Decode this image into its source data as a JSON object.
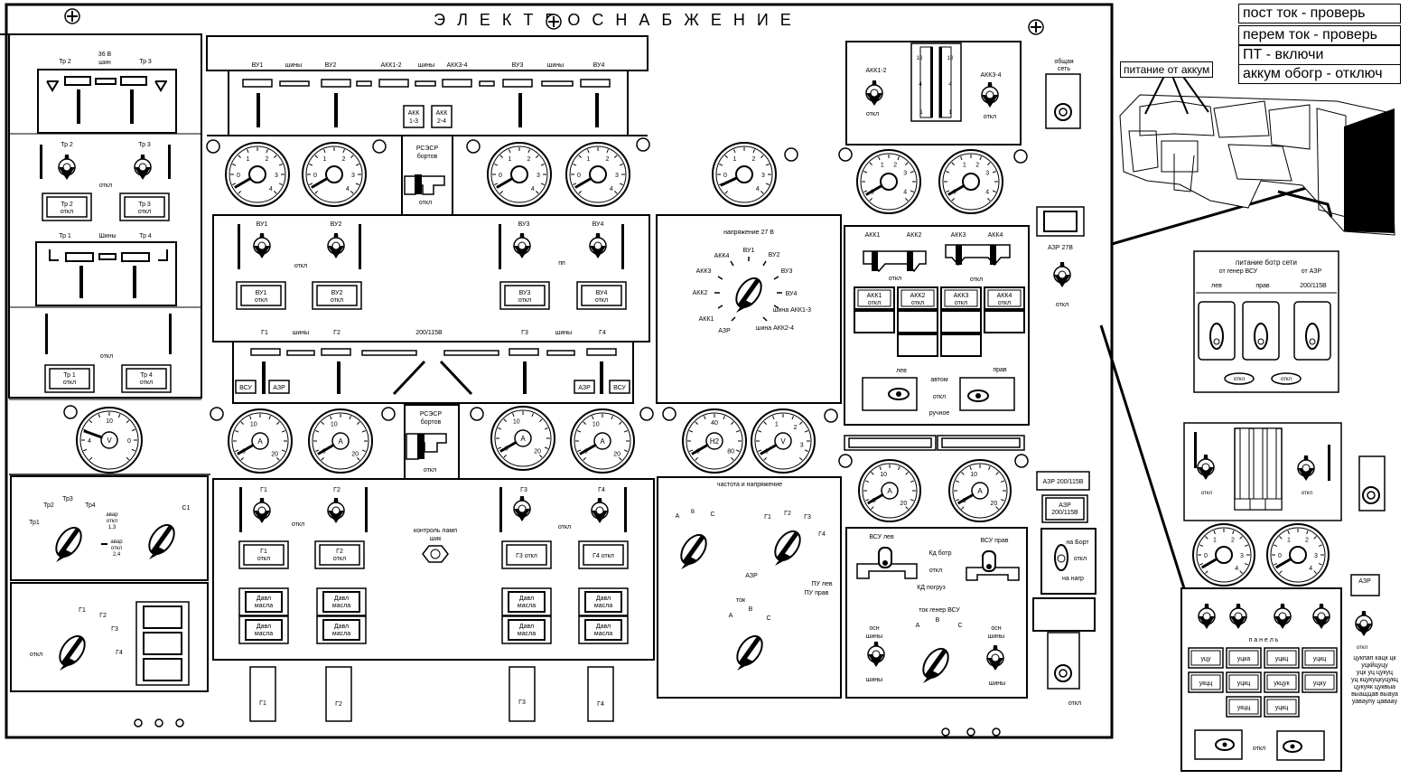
{
  "title": "Э Л Е К Т Р О С Н А Б Ж Е Н И Е",
  "notes": [
    "пост ток - проверь",
    "перем ток - проверь",
    "ПТ - включи",
    "аккум обогр - отключ"
  ],
  "callout_battery": "питание от аккум",
  "tr_panel": {
    "v36": "36 В",
    "bus": "шин",
    "tr2": "Тр 2",
    "tr3": "Тр 3",
    "tr1": "Тр 1",
    "tr4": "Тр 4",
    "buses": "Шины",
    "off": "откл",
    "tr2_off": [
      "Тр 2",
      "откл"
    ],
    "tr3_off": [
      "Тр 3",
      "откл"
    ],
    "tr1_off": [
      "Тр 1",
      "откл"
    ],
    "tr4_off": [
      "Тр 4",
      "откл"
    ]
  },
  "dc_top": {
    "vu1": "ВУ1",
    "vu2": "ВУ2",
    "vu3": "ВУ3",
    "vu4": "ВУ4",
    "bus": "шины",
    "akk12": "АКК1-2",
    "akk34": "АКК3-4",
    "akk13": [
      "АКК",
      "1-3"
    ],
    "akk24": [
      "АКК",
      "2-4"
    ]
  },
  "rsc": [
    "РСЭСР",
    "бортов"
  ],
  "off": "откл",
  "vu_switches": {
    "vu1": "ВУ1",
    "vu2": "ВУ2",
    "vu3": "ВУ3",
    "vu4": "ВУ4",
    "off": "откл",
    "pp": "пп",
    "vu1_off": [
      "ВУ1",
      "откл"
    ],
    "vu2_off": [
      "ВУ2",
      "откл"
    ],
    "vu3_off": [
      "ВУ3",
      "откл"
    ],
    "vu4_off": [
      "ВУ4",
      "откл"
    ]
  },
  "ac_bus": {
    "g1": "Г1",
    "g2": "Г2",
    "g3": "Г3",
    "g4": "Г4",
    "bus": "шины",
    "v200": "200/115В",
    "vsu": "ВСУ",
    "azr": "АЗР"
  },
  "v27": {
    "title": "напряжение 27 В",
    "labels": [
      "ВУ1",
      "ВУ2",
      "ВУ3",
      "ВУ4",
      "шина АКК1-3",
      "шина АКК2-4",
      "АЗР",
      "АКК1",
      "АКК2",
      "АКК3",
      "АКК4"
    ]
  },
  "battery": {
    "akk12": "АКК1-2",
    "akk34": "АКК3-4",
    "off": "откл",
    "scale": [
      "10",
      "4",
      "1"
    ]
  },
  "common_net": [
    "общая",
    "сеть"
  ],
  "akk_panel": {
    "akk1": "АКК1",
    "akk2": "АКК2",
    "akk3": "АКК3",
    "akk4": "АКК4",
    "off": "откл",
    "akk1_off": [
      "АКК1",
      "откл"
    ],
    "akk2_off": [
      "АКК2",
      "откл"
    ],
    "akk3_off": [
      "АКК3",
      "откл"
    ],
    "akk4_off": [
      "АКК4",
      "откл"
    ],
    "left": "лев",
    "right": "прав",
    "auto": "автом",
    "manual": "ручное"
  },
  "azr27": "АЗР 27В",
  "gen_switches": {
    "g1": "Г1",
    "g2": "Г2",
    "g3": "Г3",
    "g4": "Г4",
    "off": "откл",
    "g1_off": [
      "Г1",
      "откл"
    ],
    "g2_off": [
      "Г2",
      "откл"
    ],
    "g3_off": "Г3 откл",
    "g4_off": "Г4 откл",
    "oil": [
      "Давл",
      "масла"
    ],
    "lamp": [
      "контроль ламп",
      "шик"
    ]
  },
  "freq": {
    "title": "частота и напряжение",
    "abc": [
      "А",
      "В",
      "С"
    ],
    "gens": [
      "Г1",
      "Г2",
      "Г3",
      "Г4"
    ],
    "azr": "АЗР",
    "pu": [
      "ПУ лев",
      "ПУ прав"
    ],
    "tok": "ток"
  },
  "tr_sel": {
    "tr": [
      "Тр1",
      "Тр2",
      "Тр3",
      "Тр4"
    ],
    "avar13": [
      "авар",
      "откл",
      "1,3"
    ],
    "avar24": [
      "авар",
      "откл",
      "2,4"
    ],
    "c1": "С1"
  },
  "g_sel": {
    "off": "откл",
    "g": [
      "Г1",
      "Г2",
      "Г3",
      "Г4"
    ]
  },
  "vsu": {
    "left": "ВСУ лев",
    "right": "ВСУ прав",
    "kd_bort": "Кд ботр",
    "off": "откл",
    "kd_load": "КД погруз",
    "tok": "ток генер ВСУ",
    "abc": [
      "А",
      "В",
      "С"
    ],
    "main": [
      "осн",
      "шины"
    ],
    "buses": "шины"
  },
  "azr200": {
    "label": "АЗР 200/115В",
    "btn": [
      "АЗР",
      "200/115В"
    ],
    "onboard": "на Борт",
    "off": "откл",
    "load": "на нагр"
  },
  "gauges": {
    "v": "V",
    "a": "A",
    "hz": "Н2"
  },
  "pwr_panel": {
    "title": "питание ботр сети",
    "from_vsu": "от генер ВСУ",
    "from_azr": "от АЗР",
    "left": "лев",
    "right": "прав",
    "v": "200/115В",
    "off": "откл"
  },
  "bottom_panel": {
    "off": "откл",
    "azr": "АЗР",
    "panel": "п а н е л ь",
    "buttons": [
      "уцу",
      "уцка",
      "уцкц",
      "уцкц",
      "укцц",
      "уцкц",
      "укцук",
      "уцку",
      "укцц",
      "уцкц"
    ],
    "garbage": [
      "цукпап кацк цк",
      "уцкйцуцу",
      "уцк уц цукуц",
      "уц кцукуцкуцукц",
      "цукуяк цуквыа",
      "выащцав выауа",
      "уаваупу цаваау"
    ]
  }
}
